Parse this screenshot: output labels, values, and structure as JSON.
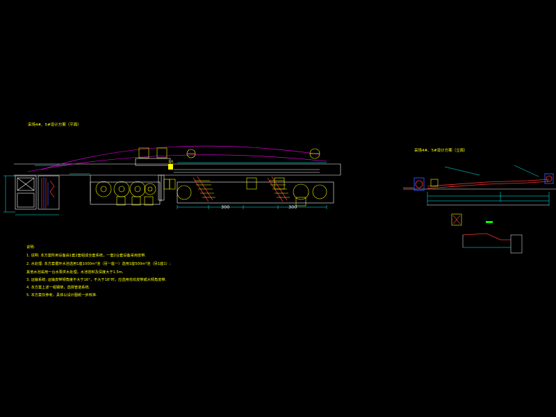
{
  "drawing": {
    "background": "#000000",
    "colors": {
      "dimension": "#00ffff",
      "structure": "#ffffff",
      "equipment": "#ffff00",
      "pipe": "#ff00ff",
      "accent_red": "#ff3333",
      "accent_blue": "#3355ff",
      "label": "#00ff00"
    },
    "plan_view": {
      "title": "采场4#、5#设计方案（平面）",
      "dimension_labels": [
        "300",
        "300"
      ],
      "small_labels": [
        "1.6"
      ]
    },
    "section_view": {
      "title": "采场4#、5#设计方案（立面）"
    },
    "notes": {
      "heading": "说明:",
      "lines": [
        "1. 说明: 本方案所用设备由1套2套组成全套系统，一套2台套设备采用皮带.",
        "2. 水处理: 本方案循环水池选用1座1000m³池（另一座一）选用1座500m³池（另1座1）;",
        "   其他水池采用一台水泵供水处理，水池容积及深度大于1.5m.",
        "3. 运输系统: 运输皮带倾角度不大于16°，不大于18°时，应选用花纹皮带或大倾角皮带.",
        "4. 本方案上述一组钢架，选择管道系统.",
        "5. 本方案仅参考，具体以设计图纸一步核准."
      ]
    }
  }
}
